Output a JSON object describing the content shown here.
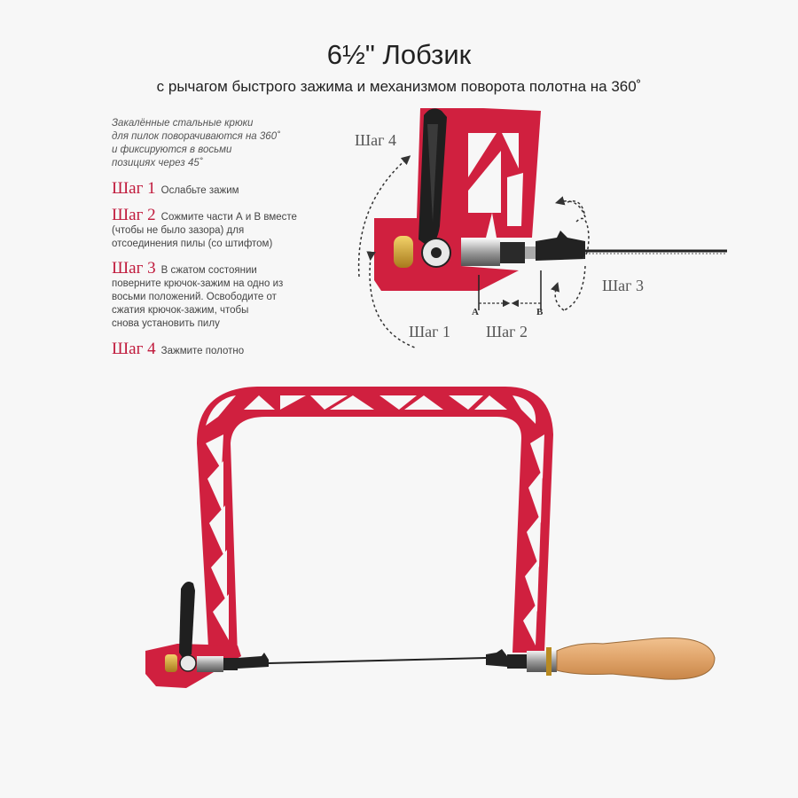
{
  "title": "6½\" Лобзик",
  "subtitle": "с рычагом быстрого зажима и механизмом поворота полотна на 360˚",
  "intro_lines": [
    "Закалённые стальные крюки",
    "для пилок поворачиваются на 360˚",
    "и фиксируются в восьми",
    "позициях через 45˚"
  ],
  "steps": [
    {
      "head": "Шаг 1",
      "lines": [
        "Ослабьте зажим"
      ]
    },
    {
      "head": "Шаг 2",
      "lines": [
        "Сожмите части А и В вместе",
        "(чтобы не было зазора) для",
        "отсоединения пилы (со штифтом)"
      ]
    },
    {
      "head": "Шаг 3",
      "lines": [
        "В сжатом состоянии",
        "поверните крючок-зажим на одно из",
        "восьми положений. Освободите от",
        "сжатия крючок-зажим, чтобы",
        "снова установить пилу"
      ]
    },
    {
      "head": "Шаг 4",
      "lines": [
        "Зажмите полотно"
      ]
    }
  ],
  "diagram_labels": {
    "step1": "Шаг 1",
    "step2": "Шаг 2",
    "step3": "Шаг 3",
    "step4": "Шаг 4",
    "part_a": "A",
    "part_b": "B"
  },
  "colors": {
    "frame_red": "#d0203f",
    "frame_red_dark": "#a8152f",
    "lever_black": "#1f1f1f",
    "handle_wood": "#e3a870",
    "step_head": "#c01a3c"
  }
}
